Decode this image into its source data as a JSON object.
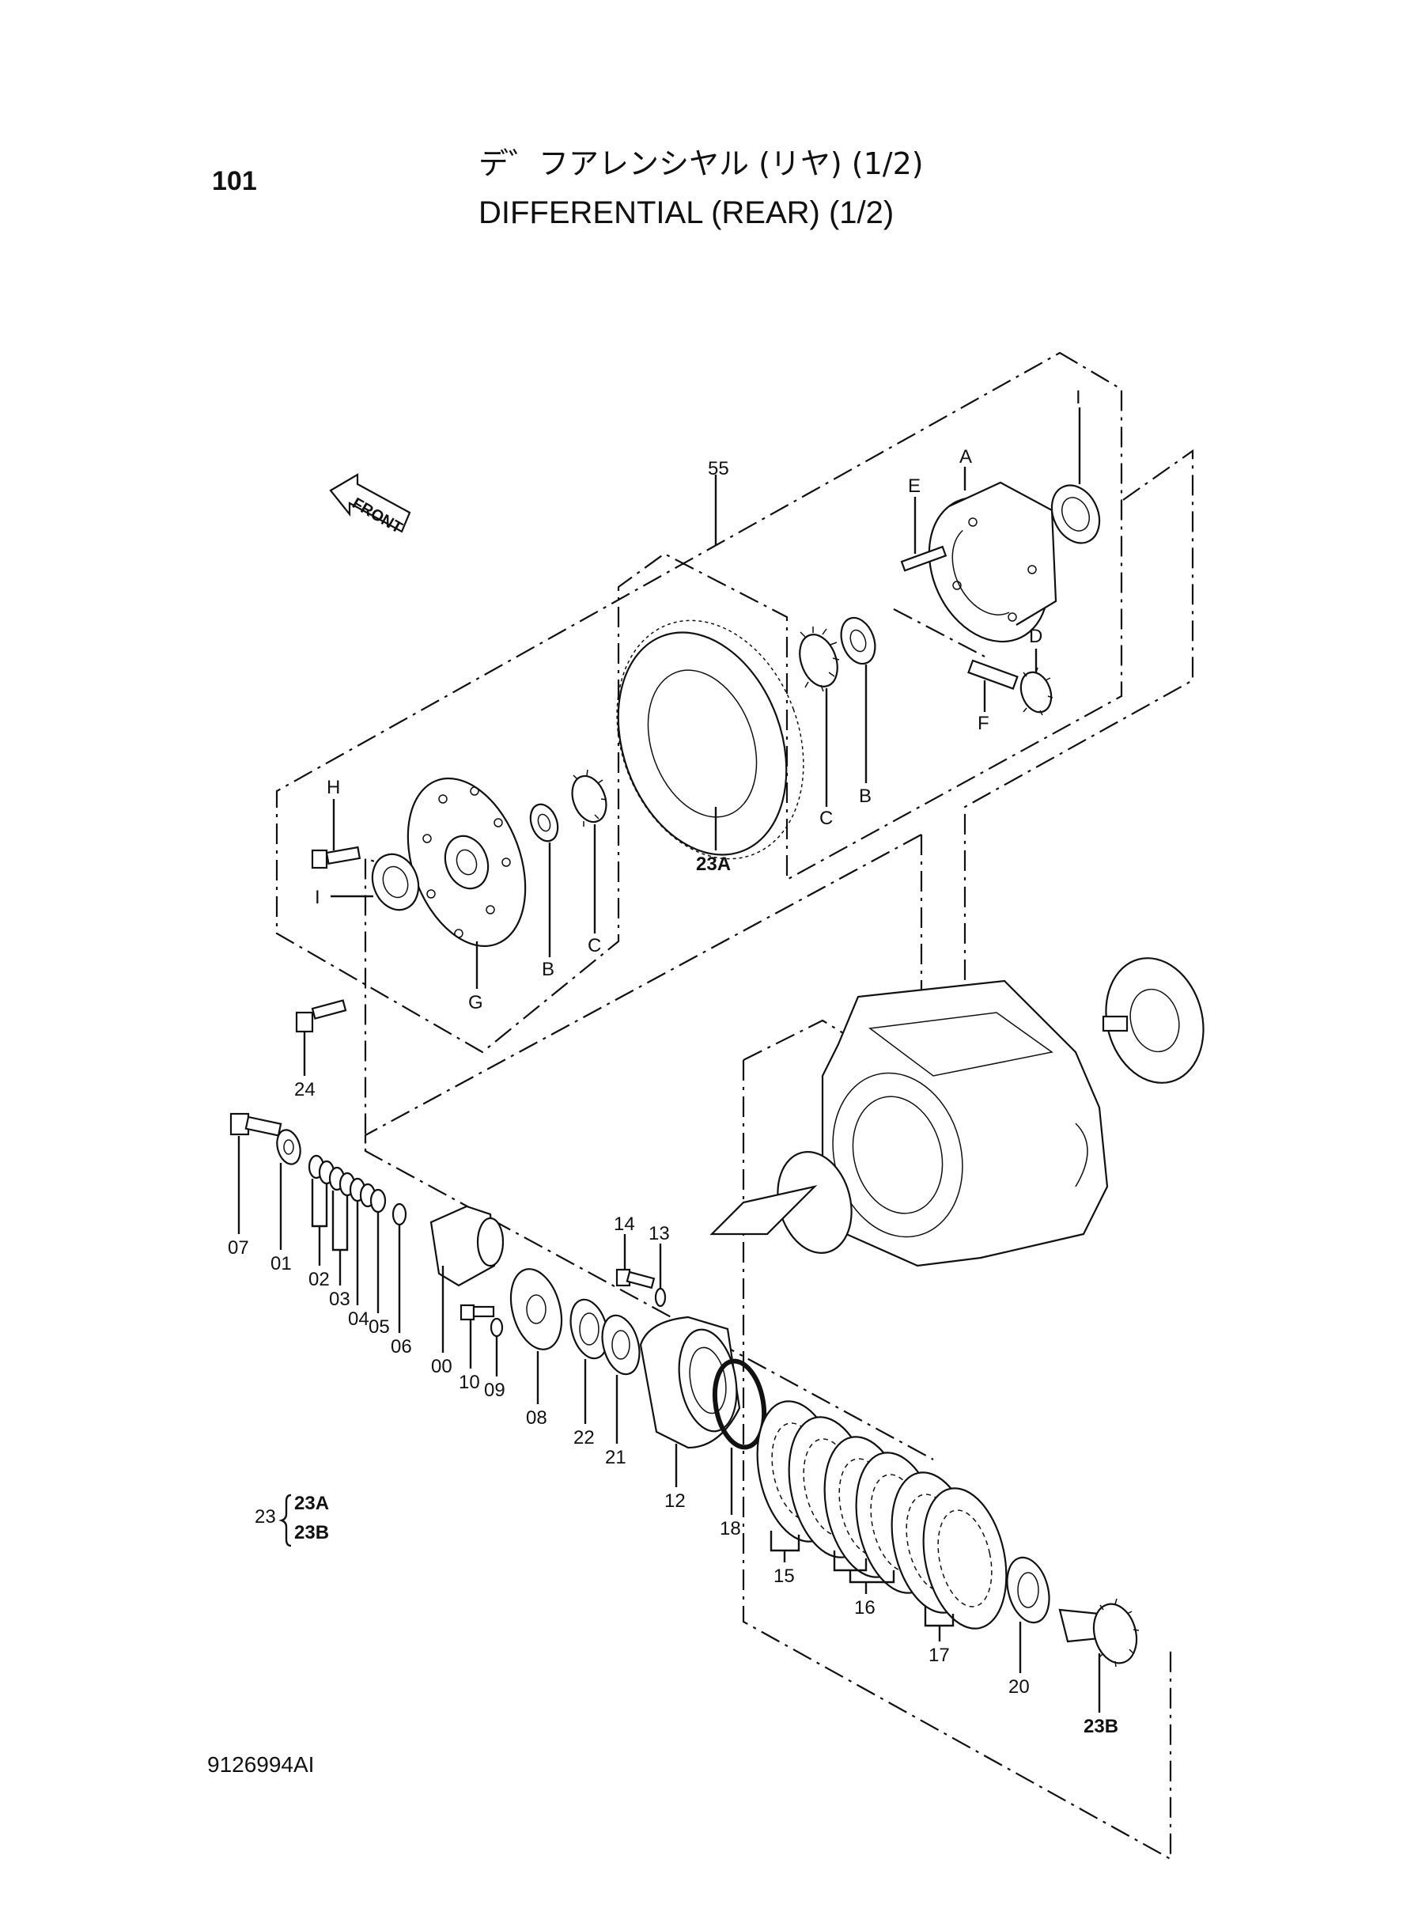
{
  "page_number": "101",
  "title_ja": "デ゛フアレンシヤル (リヤ) (1/2)",
  "title_en": "DIFFERENTIAL (REAR) (1/2)",
  "front_label": "FRONT",
  "drawing_number": "9126994AI",
  "legend": {
    "group": "23",
    "items": [
      "23A",
      "23B"
    ]
  },
  "callouts": {
    "c55": "55",
    "A": "A",
    "E": "E",
    "I_top": "I",
    "D": "D",
    "F": "F",
    "B_right": "B",
    "C_right": "C",
    "23A": "23A",
    "H": "H",
    "I_left": "I",
    "B_left": "B",
    "C_left": "C",
    "G": "G",
    "24": "24",
    "07": "07",
    "01": "01",
    "02": "02",
    "03": "03",
    "04": "04",
    "05": "05",
    "06": "06",
    "00": "00",
    "10": "10",
    "09": "09",
    "08": "08",
    "14": "14",
    "13": "13",
    "22": "22",
    "21": "21",
    "12": "12",
    "18": "18",
    "15": "15",
    "16": "16",
    "17": "17",
    "20": "20",
    "23B": "23B"
  }
}
